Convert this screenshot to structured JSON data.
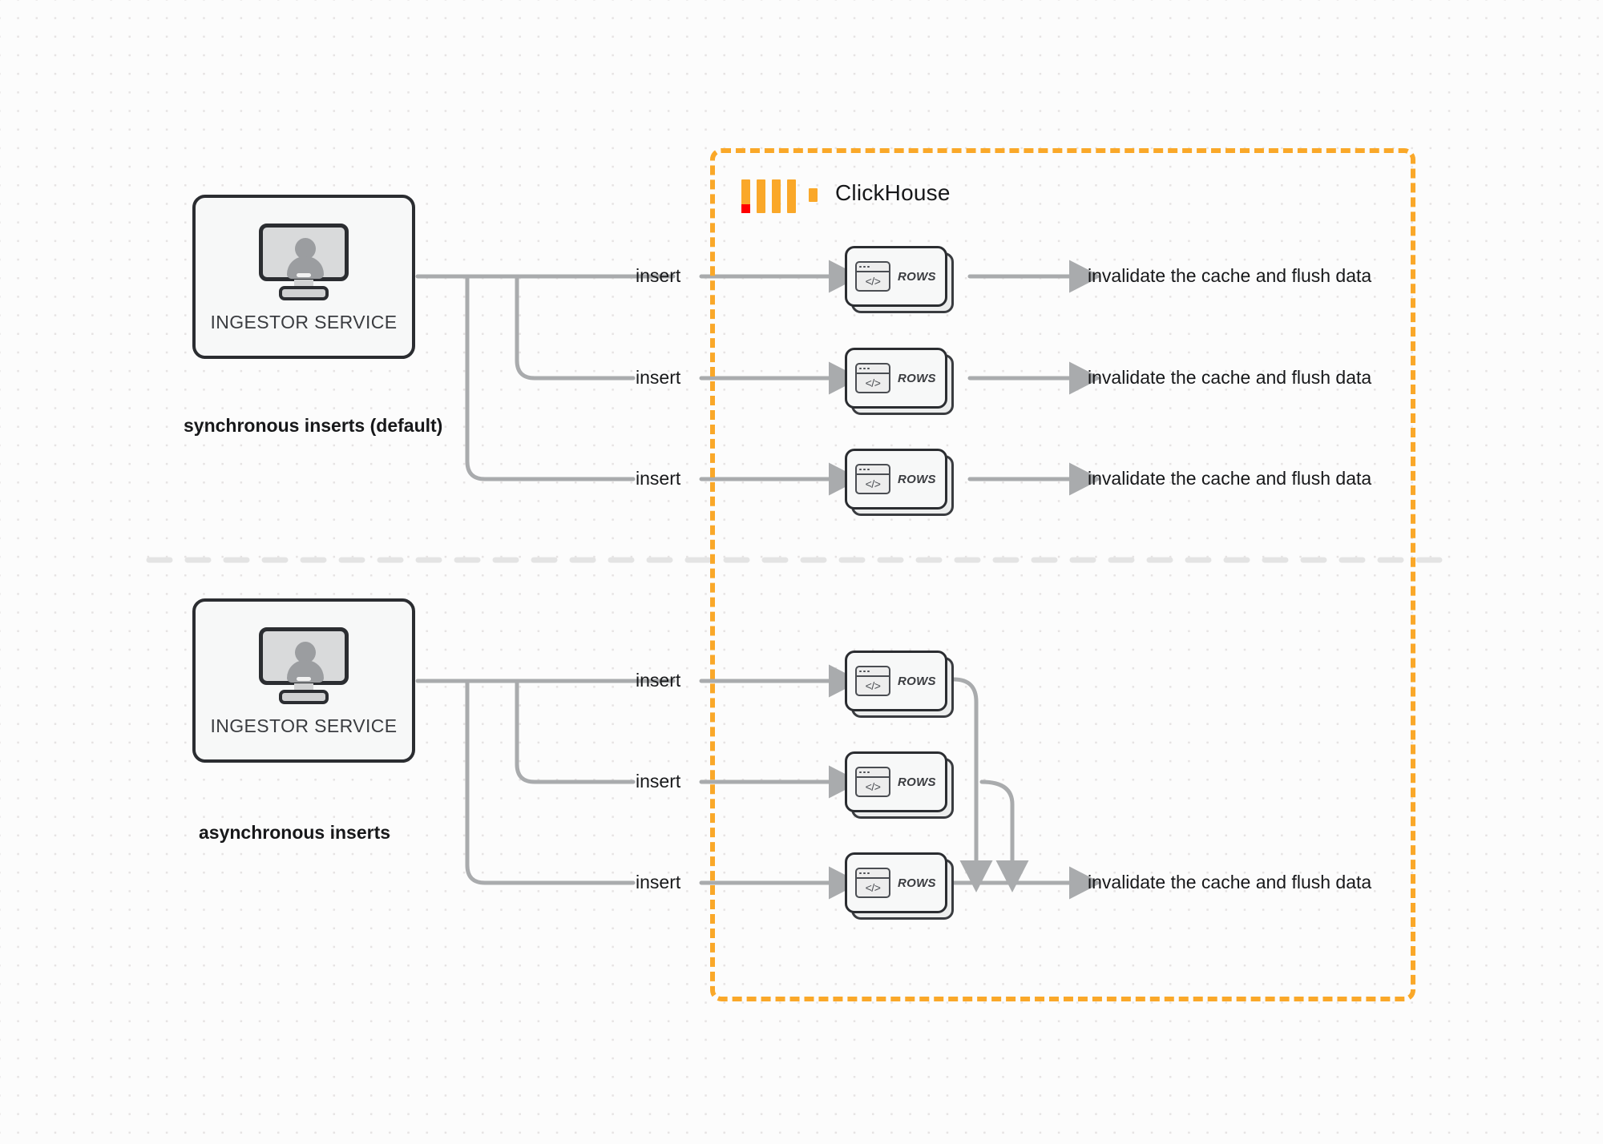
{
  "diagram": {
    "title": "ClickHouse synchronous vs asynchronous inserts",
    "colors": {
      "accent_orange": "#faa829",
      "logo_red": "#ff0000",
      "connector_gray": "#a9abad",
      "box_border": "#2b2d31",
      "background": "#fcfcfc",
      "divider_gray": "#e4e4e4"
    },
    "boundary": {
      "label": "ClickHouse",
      "logo_name": "clickhouse-logo",
      "style": "dashed",
      "color": "#faa829"
    },
    "sections": [
      {
        "id": "synchronous",
        "label": "synchronous inserts (default)",
        "service": {
          "label": "INGESTOR SERVICE",
          "icon": "monitor-user-icon"
        },
        "flows": [
          {
            "edge_label": "insert",
            "node_label": "ROWS",
            "node_icon": "code-window-icon",
            "outcome": "invalidate the cache and flush data"
          },
          {
            "edge_label": "insert",
            "node_label": "ROWS",
            "node_icon": "code-window-icon",
            "outcome": "invalidate the cache and flush data"
          },
          {
            "edge_label": "insert",
            "node_label": "ROWS",
            "node_icon": "code-window-icon",
            "outcome": "invalidate the cache and flush data"
          }
        ]
      },
      {
        "id": "asynchronous",
        "label": "asynchronous inserts",
        "service": {
          "label": "INGESTOR SERVICE",
          "icon": "monitor-user-icon"
        },
        "flows": [
          {
            "edge_label": "insert",
            "node_label": "ROWS",
            "node_icon": "code-window-icon"
          },
          {
            "edge_label": "insert",
            "node_label": "ROWS",
            "node_icon": "code-window-icon"
          },
          {
            "edge_label": "insert",
            "node_label": "ROWS",
            "node_icon": "code-window-icon"
          }
        ],
        "merged_outcome": "invalidate the cache and flush data"
      }
    ],
    "code_glyph": "</>"
  }
}
